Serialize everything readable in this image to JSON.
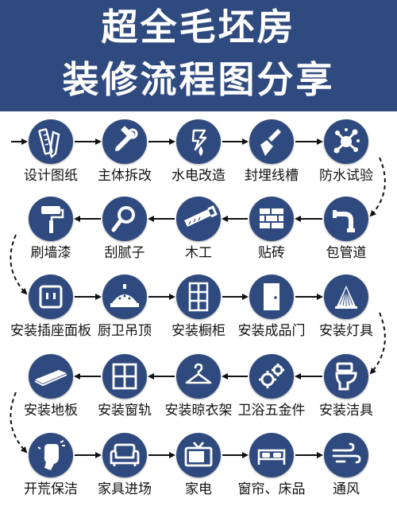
{
  "title": {
    "line1": "超全毛坯房",
    "line2": "装修流程图分享"
  },
  "colors": {
    "header": "#2f4a7f",
    "circle": "#2f4a7f",
    "icon": "#ffffff",
    "arrow": "#111111"
  },
  "steps": [
    {
      "label": "设计图纸",
      "icon": "ruler-pencil-icon"
    },
    {
      "label": "主体拆改",
      "icon": "hammer-wrench-icon"
    },
    {
      "label": "水电改造",
      "icon": "lightning-drop-icon"
    },
    {
      "label": "封埋线槽",
      "icon": "trowel-icon"
    },
    {
      "label": "防水试验",
      "icon": "splash-icon"
    },
    {
      "label": "包管道",
      "icon": "pipe-icon"
    },
    {
      "label": "贴砖",
      "icon": "brick-wall-icon"
    },
    {
      "label": "木工",
      "icon": "saw-icon"
    },
    {
      "label": "刮腻子",
      "icon": "magnifier-icon"
    },
    {
      "label": "刷墙漆",
      "icon": "paint-roller-icon"
    },
    {
      "label": "安装插座面板",
      "icon": "socket-icon"
    },
    {
      "label": "厨卫吊顶",
      "icon": "ceiling-icon"
    },
    {
      "label": "安装橱柜",
      "icon": "cabinet-icon"
    },
    {
      "label": "安装成品门",
      "icon": "door-icon"
    },
    {
      "label": "安装灯具",
      "icon": "lamp-icon"
    },
    {
      "label": "安装洁具",
      "icon": "toilet-icon"
    },
    {
      "label": "卫浴五金件",
      "icon": "gears-icon"
    },
    {
      "label": "安装晾衣架",
      "icon": "hanger-icon"
    },
    {
      "label": "安装窗轨",
      "icon": "window-icon"
    },
    {
      "label": "安装地板",
      "icon": "floor-plank-icon"
    },
    {
      "label": "开荒保洁",
      "icon": "cleaning-glove-icon"
    },
    {
      "label": "家具进场",
      "icon": "sofa-icon"
    },
    {
      "label": "家电",
      "icon": "tv-icon"
    },
    {
      "label": "窗帘、床品",
      "icon": "bed-icon"
    },
    {
      "label": "通风",
      "icon": "wind-icon"
    }
  ]
}
